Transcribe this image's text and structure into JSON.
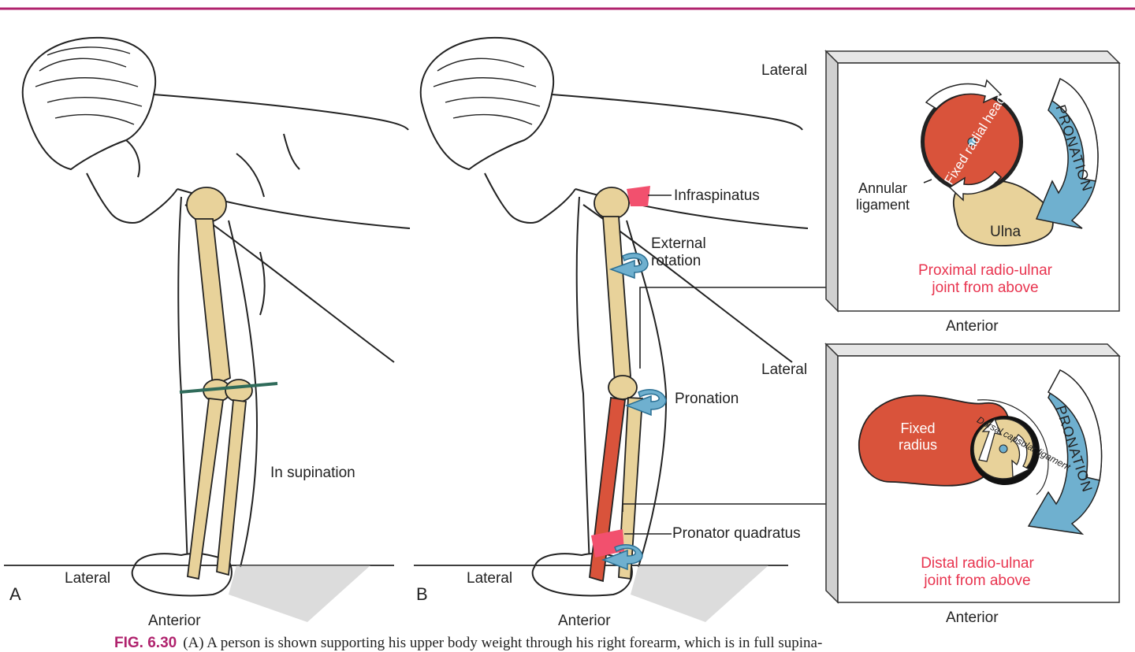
{
  "colors": {
    "accent_rule": "#b0236e",
    "bone": "#e8d29a",
    "muscle": "#d9533b",
    "highlight": "#f2506e",
    "arrow_blue": "#6fb0cf",
    "label_red": "#e8344f"
  },
  "panel_a": {
    "letter": "A",
    "label_supination": "In supination",
    "label_lateral": "Lateral",
    "label_anterior": "Anterior"
  },
  "panel_b": {
    "letter": "B",
    "label_infraspinatus": "Infraspinatus",
    "label_external_rotation": "External\nrotation",
    "label_pronation": "Pronation",
    "label_pronator_quadratus": "Pronator quadratus",
    "label_lateral": "Lateral",
    "label_anterior": "Anterior"
  },
  "inset_proximal": {
    "label_lateral": "Lateral",
    "label_anterior": "Anterior",
    "label_annular": "Annular\nligament",
    "label_radial_head": "Fixed radial head",
    "label_ulna": "Ulna",
    "label_pronation": "PRONATION",
    "title": "Proximal radio-ulnar\njoint from above"
  },
  "inset_distal": {
    "label_lateral": "Lateral",
    "label_anterior": "Anterior",
    "label_fixed_radius": "Fixed\nradius",
    "label_capsular": "Dorsal capsular ligament",
    "label_pronation": "PRONATION",
    "title": "Distal radio-ulnar\njoint from above"
  },
  "caption": {
    "fig": "FIG. 6.30",
    "text": "(A) A person is shown supporting his upper body weight through his right forearm, which is in full supina-"
  }
}
